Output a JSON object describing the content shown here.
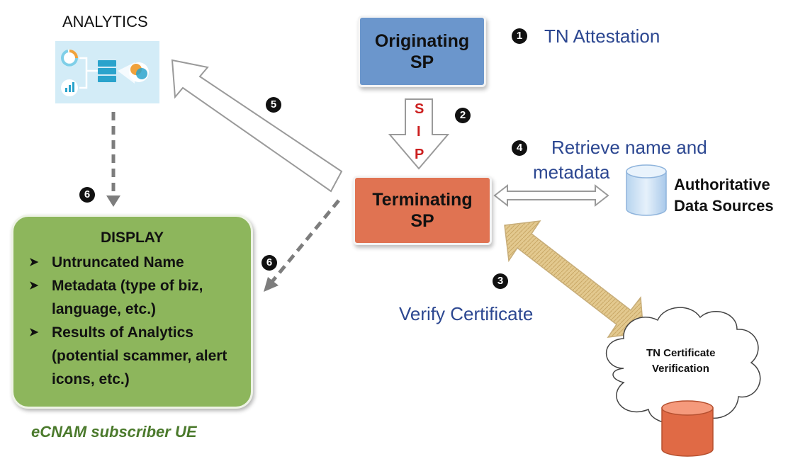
{
  "analytics": {
    "title": "ANALYTICS"
  },
  "originating": {
    "line1": "Originating",
    "line2": "SP"
  },
  "terminating": {
    "line1": "Terminating",
    "line2": "SP"
  },
  "sip": {
    "letters": [
      "S",
      "I",
      "P"
    ]
  },
  "steps": {
    "s1": {
      "num": "1",
      "label": "TN Attestation"
    },
    "s2": {
      "num": "2"
    },
    "s3": {
      "num": "3",
      "label": "Verify Certificate"
    },
    "s4": {
      "num": "4",
      "label_line1": "Retrieve name and",
      "label_line2": "metadata"
    },
    "s5": {
      "num": "5"
    },
    "s6a": {
      "num": "6"
    },
    "s6b": {
      "num": "6"
    }
  },
  "data_sources": {
    "line1": "Authoritative",
    "line2": "Data Sources"
  },
  "cloud": {
    "line1": "TN Certificate",
    "line2": "Verification"
  },
  "display": {
    "title": "DISPLAY",
    "items": [
      "Untruncated Name",
      "Metadata (type of biz, language, etc.)",
      "Results of Analytics (potential scammer, alert icons, etc.)"
    ]
  },
  "footer": "eCNAM subscriber UE",
  "colors": {
    "originating": "#6b96cc",
    "terminating": "#e07352",
    "display": "#8db65c",
    "step_text": "#2c4791",
    "sip_letters": "#cc1f1f",
    "footer": "#4b7a2c",
    "analytics_panel": "#d3ecf7"
  }
}
